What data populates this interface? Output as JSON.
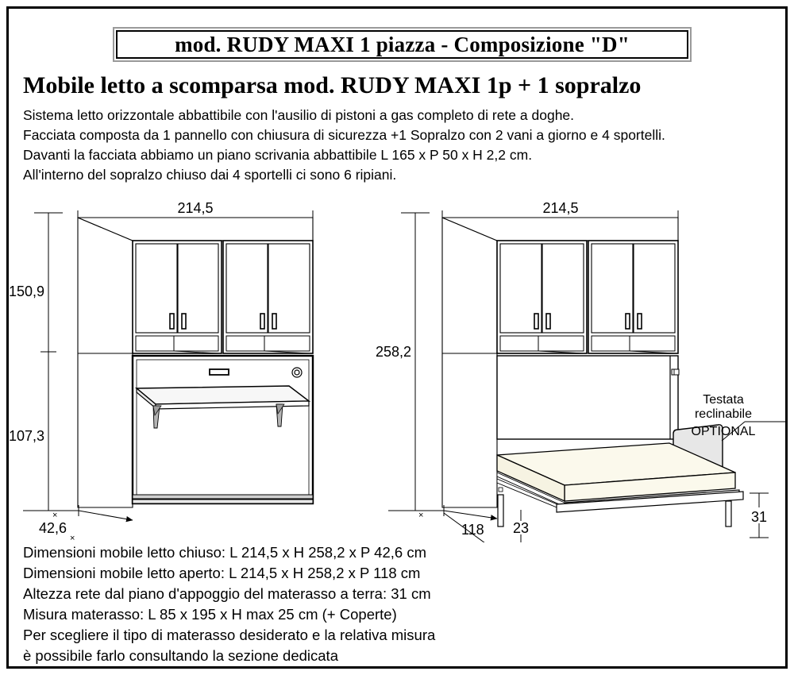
{
  "document": {
    "title_box": "mod. RUDY  MAXI 1 piazza - Composizione \"D\"",
    "heading": "Mobile letto a scomparsa mod. RUDY  MAXI 1p + 1 sopralzo",
    "description": [
      "Sistema letto orizzontale  abbattibile con l'ausilio di pistoni a gas  completo di rete a doghe.",
      " Facciata composta da 1 pannello con chiusura di sicurezza +1 Sopralzo con 2 vani a giorno e 4 sportelli.",
      "Davanti la facciata abbiamo un piano scrivania abbattibile L 165 x P 50 x H 2,2 cm.",
      "All'interno del sopralzo chiuso dai 4 sportelli ci sono 6 ripiani."
    ],
    "specifications": [
      "Dimensioni mobile letto chiuso: L 214,5 x H 258,2 x P 42,6 cm",
      "Dimensioni mobile letto aperto: L 214,5 x H 258,2 x P 118 cm",
      "Altezza rete dal piano d'appoggio del materasso a terra: 31 cm",
      "Misura materasso: L 85 x 195 x H max 25 cm (+ Coperte)",
      "Per scegliere il tipo di materasso desiderato e la relativa misura",
      "è possibile farlo consultando la sezione dedicata"
    ]
  },
  "drawings": {
    "closed_view": {
      "name": "Mobile letto chiuso con scrivania",
      "dimensions": {
        "width": "214,5",
        "upper_height": "150,9",
        "lower_height": "107,3",
        "depth": "42,6"
      }
    },
    "open_view": {
      "name": "Mobile letto aperto con materasso",
      "dimensions": {
        "width": "214,5",
        "total_height": "258,2",
        "open_depth": "118",
        "base_height": "23",
        "bed_height": "31"
      },
      "annotation": {
        "line1": "Testata",
        "line2": "reclinabile",
        "line3": "OPTIONAL"
      }
    }
  },
  "colors": {
    "outline": "#000000",
    "mattress": "#fbf9ec",
    "headboard": "#e7e7e7",
    "desk_top": "#f5f5f5",
    "bracket": "#b5b5b5",
    "title_border_outer": "#9a9a9a"
  }
}
